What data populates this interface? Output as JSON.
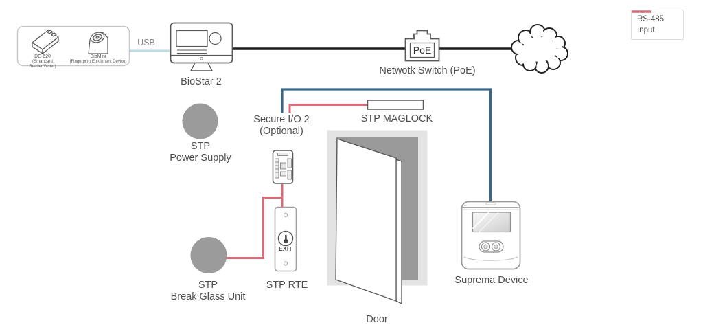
{
  "colors": {
    "rs485": "#37688c",
    "input": "#d96b78",
    "usb": "#bcdae4",
    "ethernet": "#1c1c1c",
    "fill_gray": "#9b9b9b",
    "door_frame": "#e3e3e3",
    "door_opening": "#9a9a9a"
  },
  "legend": {
    "items": [
      {
        "label": "RS-485"
      },
      {
        "label": "Input"
      }
    ]
  },
  "nodes": {
    "enrollment": {
      "device1_name": "DE-620",
      "device1_desc": "(Smartcard Reader/Writer)",
      "device2_name": "BioMini",
      "device2_desc": "(Fingerprint Enrollment Device)"
    },
    "usb_label": "USB",
    "biostar_label": "BioStar 2",
    "poe_badge": "PoE",
    "switch_label": "Netwotk Switch (PoE)",
    "power_supply_label": [
      "STP",
      "Power Supply"
    ],
    "secure_io_label": [
      "Secure I/O 2",
      "(Optional)"
    ],
    "maglock_label": "STP MAGLOCK",
    "rte_label": "STP RTE",
    "rte_button_label": "EXIT",
    "break_glass_label": [
      "STP",
      "Break Glass Unit"
    ],
    "suprema_label": "Suprema Device",
    "door_label": "Door"
  }
}
